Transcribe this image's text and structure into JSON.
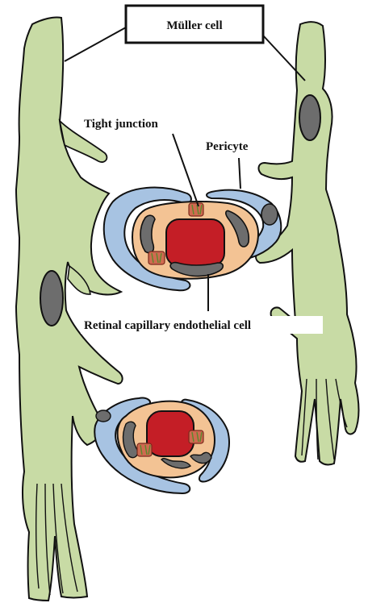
{
  "labels": {
    "muller_cell": "Müller cell",
    "tight_junction": "Tight junction",
    "pericyte": "Pericyte",
    "endothelial_cell": "Retinal capillary endothelial cell"
  },
  "colors": {
    "muller_cell_fill": "#c8dba5",
    "pericyte_fill": "#a7c3e2",
    "endothelial_fill": "#f3c394",
    "lumen_fill": "#c41e26",
    "nucleus_fill": "#6d6d6d",
    "tight_junction_fill": "#cf6a50",
    "outline": "#111111"
  }
}
